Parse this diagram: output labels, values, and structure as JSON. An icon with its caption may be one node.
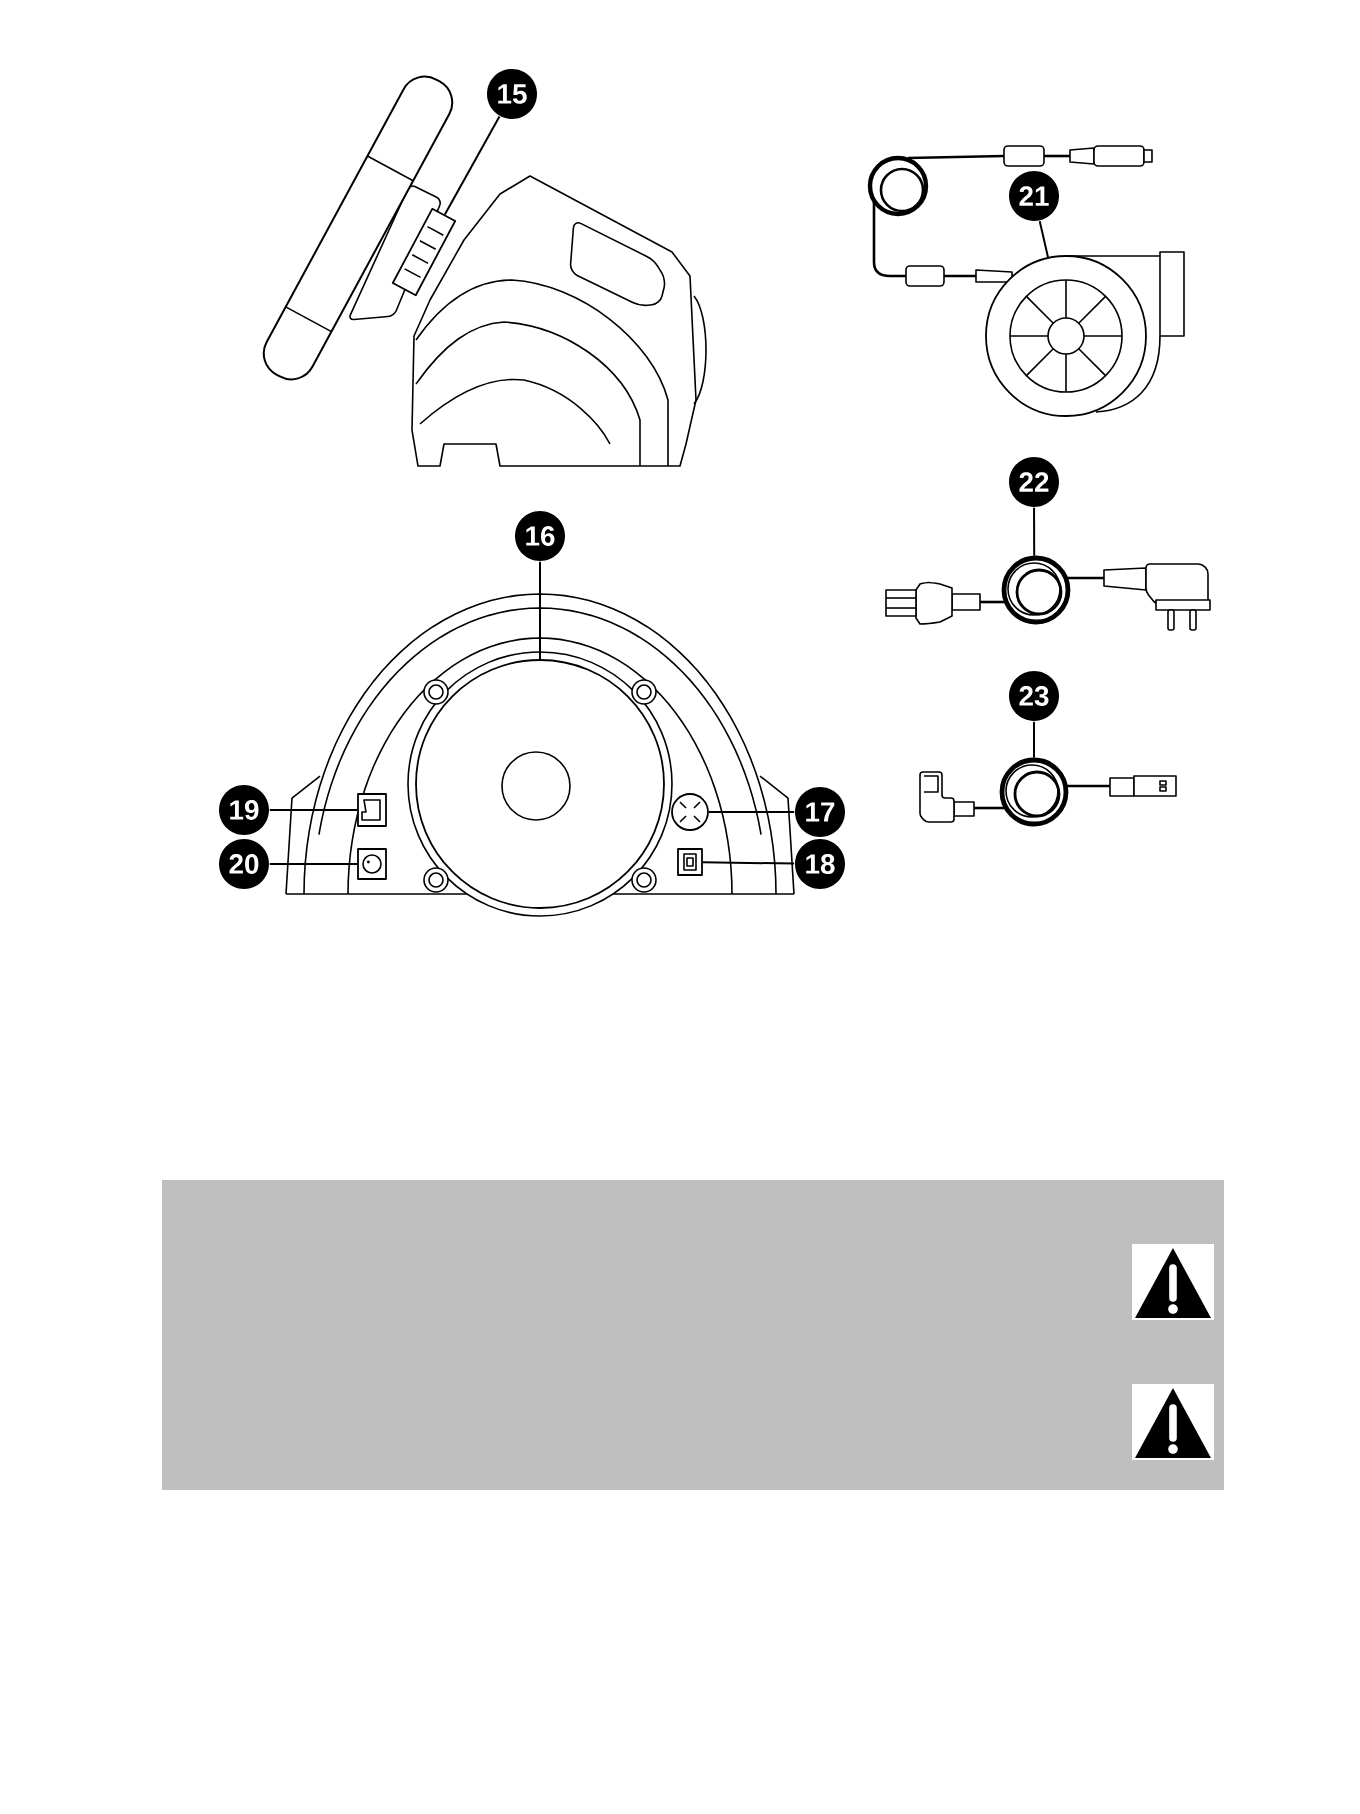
{
  "diagram": {
    "nodes": [
      {
        "text": [
          "15"
        ]
      },
      {
        "text": [
          "16"
        ]
      },
      {
        "text": [
          "17"
        ]
      },
      {
        "text": [
          "18"
        ]
      },
      {
        "text": [
          "19"
        ]
      },
      {
        "text": [
          "20"
        ]
      },
      {
        "text": [
          "21"
        ]
      },
      {
        "text": [
          "22"
        ]
      },
      {
        "text": [
          "23"
        ]
      },
      {
        "text": [],
        "shape": "box"
      },
      {
        "text": [],
        "shape": "circle"
      },
      {
        "text": [],
        "shape": "circle"
      },
      {
        "text": [],
        "shape": "box"
      },
      {
        "text": [],
        "shape": "box"
      },
      {
        "text": [],
        "shape": "box"
      },
      {
        "text": [],
        "shape": "circle"
      },
      {
        "text": [],
        "shape": "circle"
      },
      {
        "text": [],
        "shape": "circle"
      }
    ],
    "edges": [
      {
        "from": 0,
        "to": 9,
        "arrow": "none"
      },
      {
        "from": 1,
        "to": 10,
        "arrow": "none"
      },
      {
        "from": 2,
        "to": 11,
        "arrow": "none"
      },
      {
        "from": 3,
        "to": 12,
        "arrow": "none"
      },
      {
        "from": 4,
        "to": 13,
        "arrow": "none"
      },
      {
        "from": 5,
        "to": 14,
        "arrow": "none"
      },
      {
        "from": 6,
        "to": 15,
        "arrow": "none"
      },
      {
        "from": 7,
        "to": 16,
        "arrow": "none"
      },
      {
        "from": 8,
        "to": 17,
        "arrow": "none"
      }
    ]
  }
}
